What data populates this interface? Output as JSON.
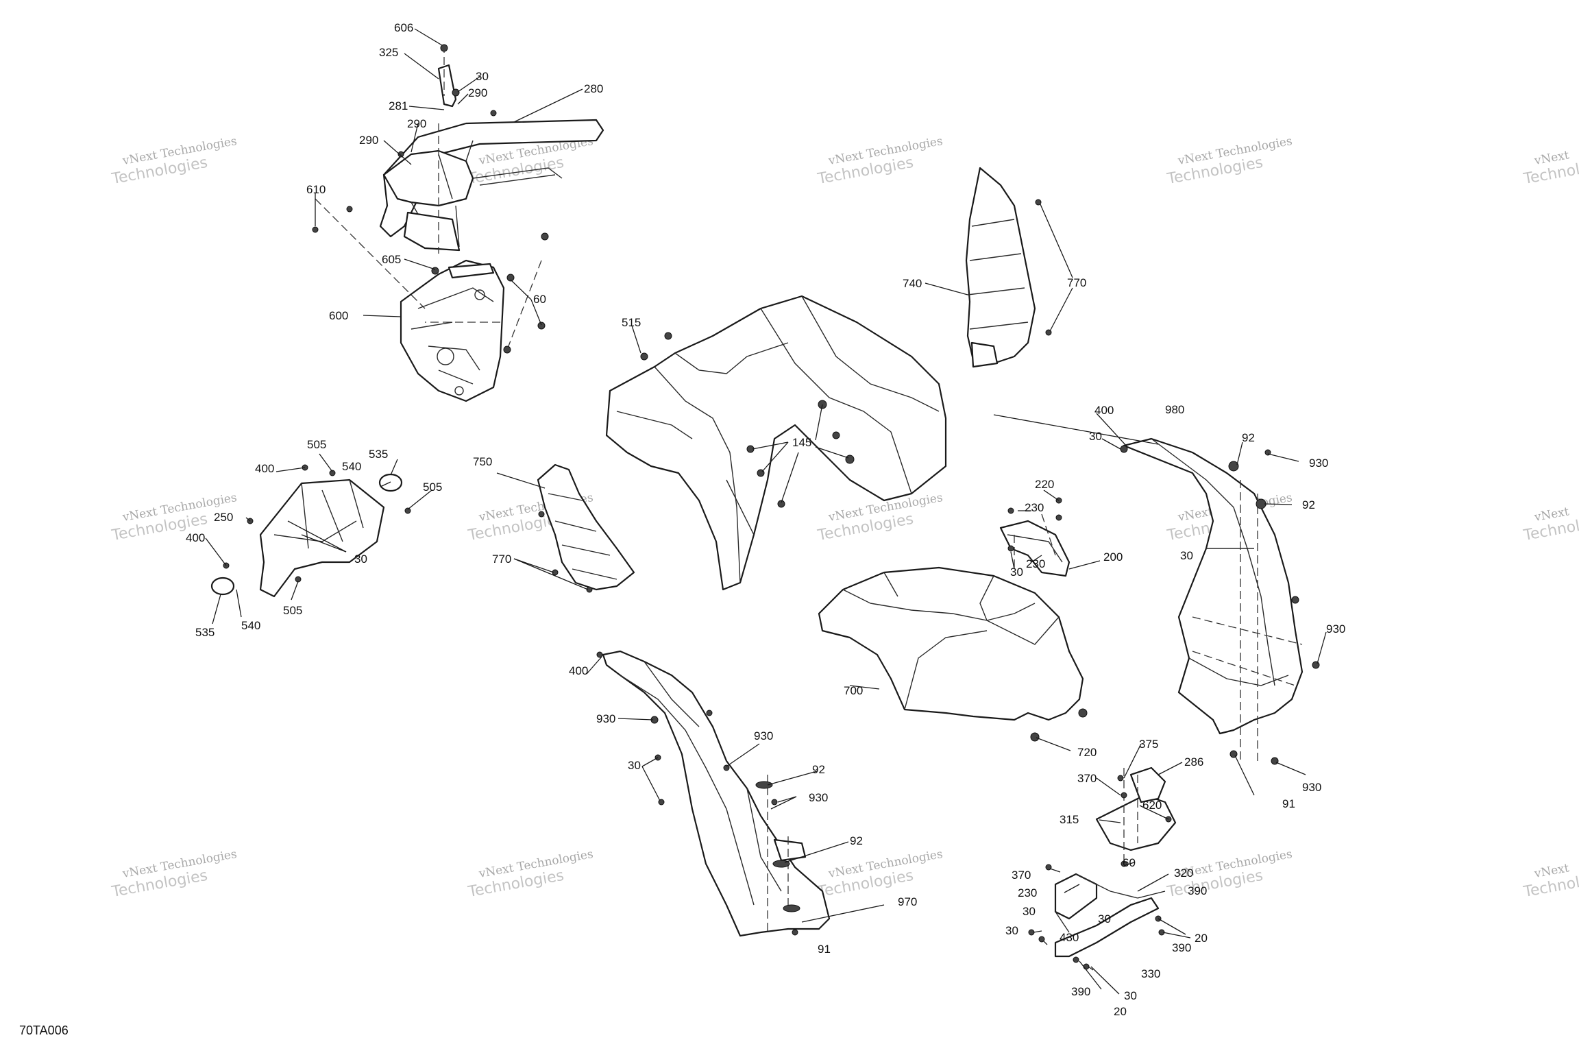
{
  "figure_code": "70TA006",
  "watermark": {
    "line1": "vNext Technologies",
    "line2": "Technologies",
    "prefix": "vNext"
  },
  "callouts": {
    "c606": "606",
    "c325": "325",
    "c30a": "30",
    "c280": "280",
    "c281": "281",
    "c290a": "290",
    "c290b": "290",
    "c290c": "290",
    "c610": "610",
    "c605": "605",
    "c60a": "60",
    "c600": "600",
    "c515": "515",
    "c145": "145",
    "c740": "740",
    "c770a": "770",
    "c400a": "400",
    "c30b": "30",
    "c980": "980",
    "c92a": "92",
    "c930a": "930",
    "c92b": "92",
    "c505a": "505",
    "c535a": "535",
    "c400b": "400",
    "c540a": "540",
    "c505b": "505",
    "c250": "250",
    "c30c": "30",
    "c400c": "400",
    "c505c": "505",
    "c535b": "535",
    "c540b": "540",
    "c750": "750",
    "c770b": "770",
    "c220": "220",
    "c230a": "230",
    "c230b": "230",
    "c30d": "30",
    "c200": "200",
    "c30e": "30",
    "c930b": "930",
    "c700": "700",
    "c720": "720",
    "c930c": "930",
    "c91a": "91",
    "c400d": "400",
    "c930d": "930",
    "c930e": "930",
    "c30f": "30",
    "c92c": "92",
    "c930f": "930",
    "c92d": "92",
    "c970": "970",
    "c91b": "91",
    "c375": "375",
    "c370a": "370",
    "c286": "286",
    "c620": "620",
    "c315": "315",
    "c60b": "60",
    "c370b": "370",
    "c230c": "230",
    "c320": "320",
    "c390a": "390",
    "c30g": "30",
    "c30h": "30",
    "c30i": "30",
    "c430": "430",
    "c390b": "390",
    "c20a": "20",
    "c30j": "30",
    "c330": "330",
    "c390c": "390",
    "c20b": "20"
  }
}
